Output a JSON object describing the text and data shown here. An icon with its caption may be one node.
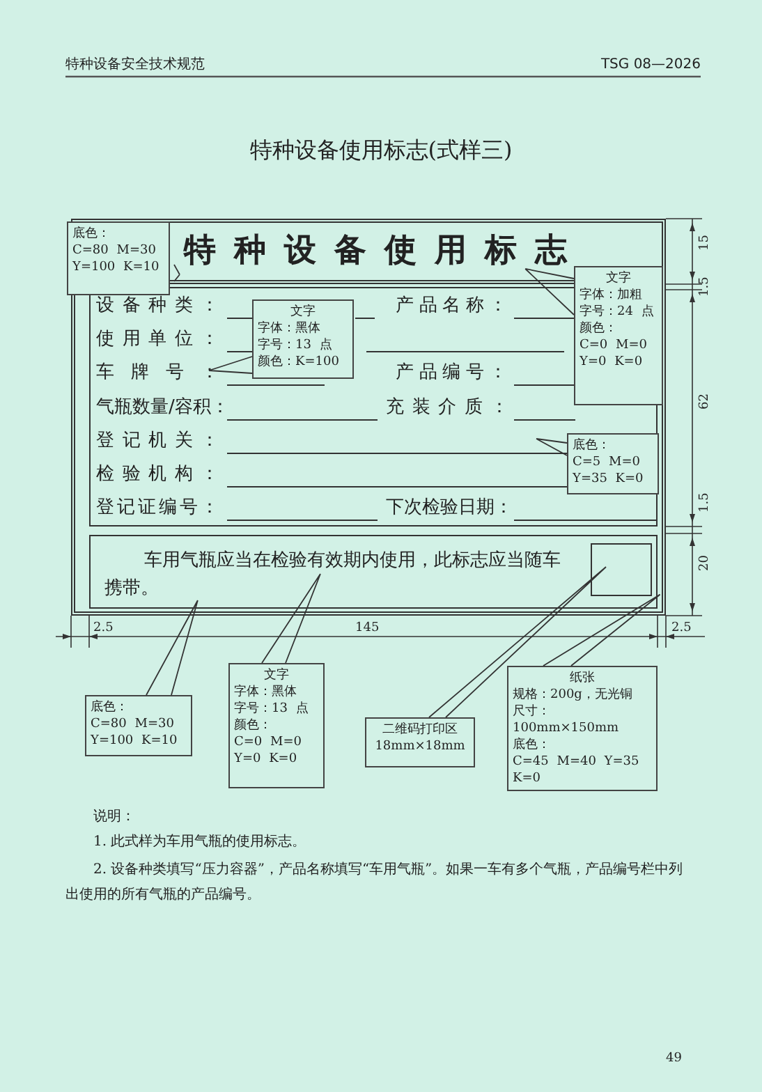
{
  "diagram": {
    "title": "特种设备使用标志(式样三)",
    "nodes": [
      {
        "text": [],
        "shape": "box"
      },
      {
        "text": [
          "特种设备使用标志"
        ],
        "in": 0
      },
      {
        "text": [
          "设备种类：",
          "产品名称：",
          "使用单位：",
          "车牌号：",
          "产品编号：",
          "气瓶数量/容积：",
          "充装介质：",
          "登记机关：",
          "检验机构：",
          "登记证编号：",
          "下次检验日期："
        ],
        "in": 0
      },
      {
        "text": [
          "车用气瓶应当在检验有效期内使用，此标志应当随车携带。"
        ],
        "in": 0
      },
      {
        "text": [],
        "shape": "box",
        "in": 3
      },
      {
        "text": [
          "底色：",
          "C=80 M=30 Y=100 K=10"
        ],
        "in": 0
      },
      {
        "text": [
          "文字",
          "字体：黑体",
          "字号：13 点",
          "颜色：K=100"
        ],
        "in": 2
      },
      {
        "text": [
          "文字",
          "字体：加粗",
          "字号：24 点",
          "颜色：",
          "C=0 M=0 Y=0 K=0"
        ],
        "in": 0
      },
      {
        "text": [
          "底色：",
          "C=5 M=0 Y=35 K=0"
        ],
        "in": 2
      },
      {
        "text": [
          "底色：",
          "C=80 M=30 Y=100 K=10"
        ]
      },
      {
        "text": [
          "文字",
          "字体：黑体",
          "字号：13 点",
          "颜色：",
          "C=0 M=0 Y=0 K=0"
        ]
      },
      {
        "text": [
          "二维码打印区",
          "18mm×18mm"
        ]
      },
      {
        "text": [
          "纸张",
          "规格：200g，无光铜",
          "尺寸：100mm×150mm",
          "底色：",
          "C=45 M=40 Y=35 K=0"
        ]
      }
    ],
    "edges": [
      {
        "from": 5,
        "to": 1,
        "arrow": "none"
      },
      {
        "from": 6,
        "to": null,
        "arrow": "none"
      },
      {
        "from": 7,
        "to": 1,
        "arrow": "none"
      },
      {
        "from": 8,
        "to": null,
        "arrow": "none"
      },
      {
        "from": 9,
        "to": 3,
        "arrow": "none"
      },
      {
        "from": 10,
        "to": null,
        "arrow": "none"
      },
      {
        "from": 11,
        "to": 4,
        "arrow": "none"
      },
      {
        "from": 12,
        "to": 0,
        "arrow": "none"
      }
    ],
    "labels": [
      "特种设备安全技术规范",
      "TSG 08—2026",
      "15",
      "1.5",
      "62",
      "1.5",
      "20",
      "2.5",
      "145",
      "2.5",
      "说明：",
      "1. 此式样为车用气瓶的使用标志。",
      "2. 设备种类填写“压力容器”，产品名称填写“车用气瓶”。如果一车有多个气瓶，产品编号栏中列出使用的所有气瓶的产品编号。",
      "49"
    ]
  }
}
